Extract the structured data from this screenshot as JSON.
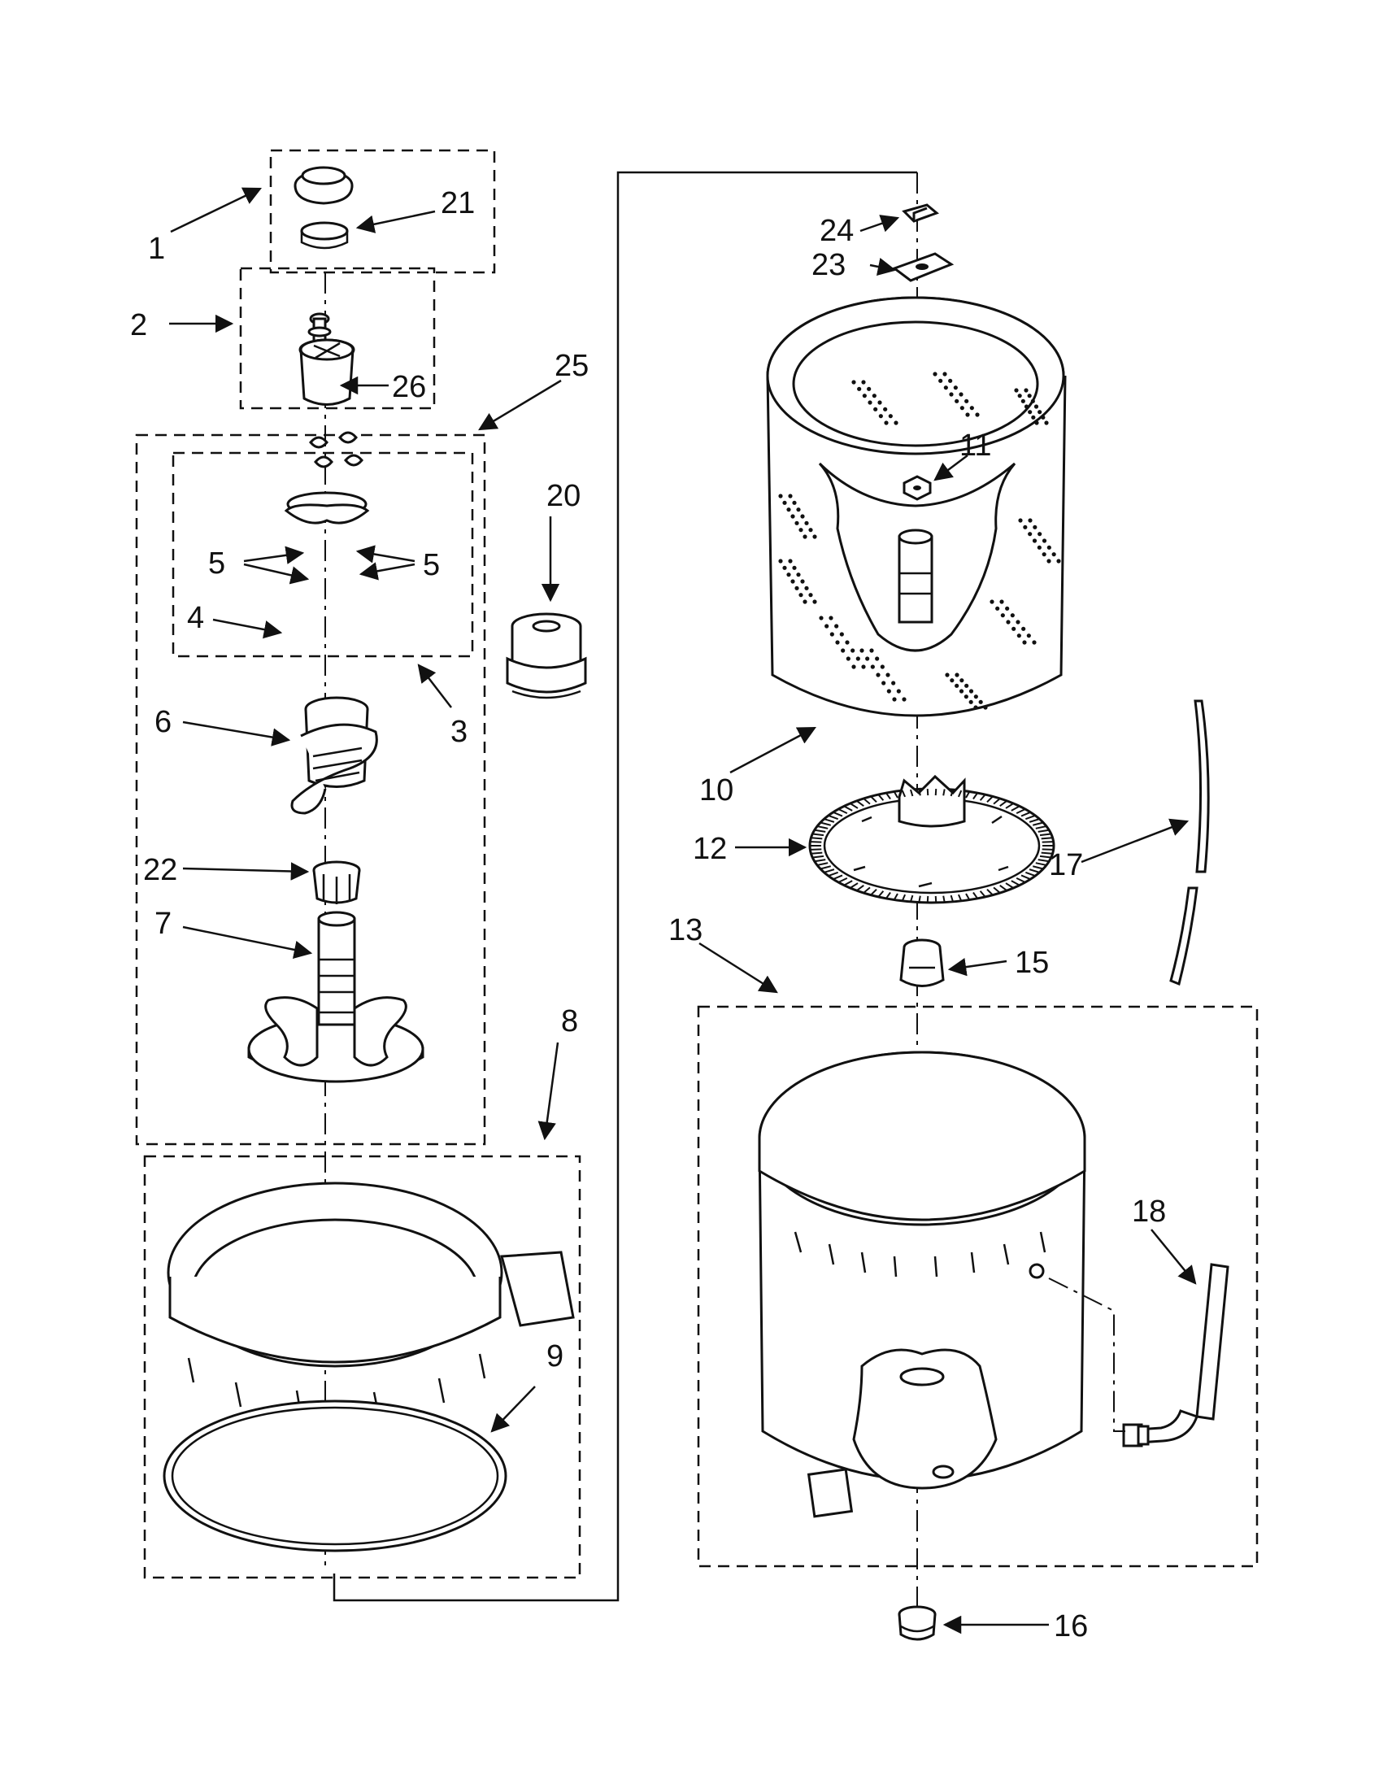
{
  "callouts": {
    "c1": "1",
    "c2": "2",
    "c3": "3",
    "c4": "4",
    "c5a": "5",
    "c5b": "5",
    "c6": "6",
    "c7": "7",
    "c8": "8",
    "c9": "9",
    "c10": "10",
    "c11": "11",
    "c12": "12",
    "c13": "13",
    "c15": "15",
    "c16": "16",
    "c17": "17",
    "c18": "18",
    "c20": "20",
    "c21": "21",
    "c22": "22",
    "c23": "23",
    "c24": "24",
    "c25": "25",
    "c26": "26"
  },
  "colors": {
    "ink": "#111111",
    "paper": "#ffffff"
  }
}
